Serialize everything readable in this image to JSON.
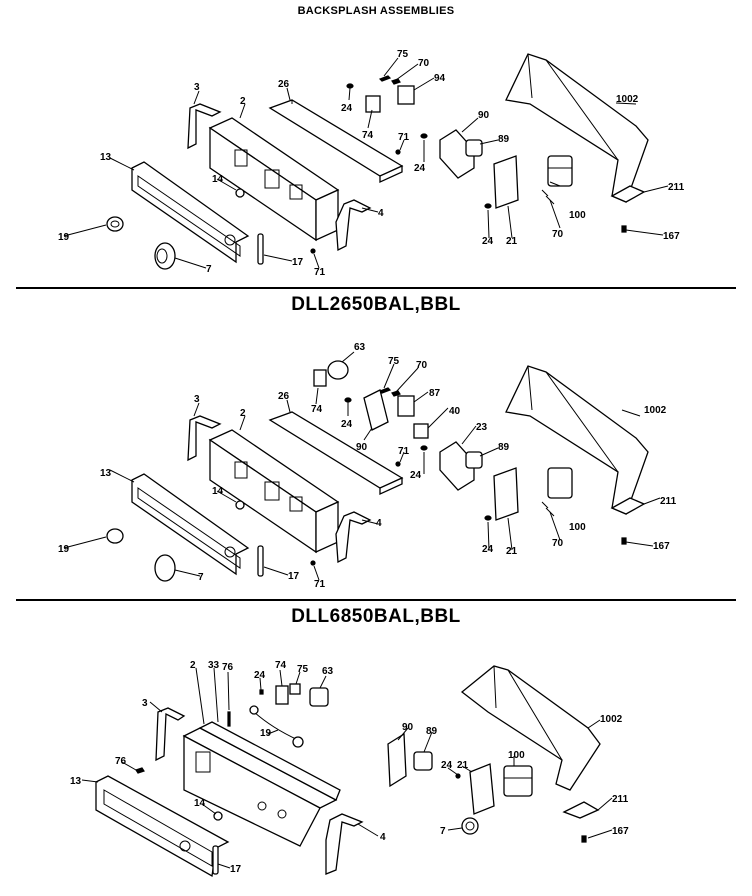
{
  "header": {
    "title": "BACKSPLASH ASSEMBLIES"
  },
  "sections": [
    {
      "model": "DLL2650BAL,BBL",
      "labels": {
        "p75": "75",
        "p70": "70",
        "p94": "94",
        "p3": "3",
        "p2": "2",
        "p26": "26",
        "p24a": "24",
        "p74": "74",
        "p71a": "71",
        "p90": "90",
        "p24b": "24",
        "p89": "89",
        "p1002": "1002",
        "p13": "13",
        "p14": "14",
        "p4": "4",
        "p211": "211",
        "p100": "100",
        "p70b": "70",
        "p24c": "24",
        "p21": "21",
        "p167": "167",
        "p19": "19",
        "p7": "7",
        "p17": "17",
        "p71b": "71"
      }
    },
    {
      "model": "DLL6850BAL,BBL",
      "labels": {
        "p63": "63",
        "p75": "75",
        "p70": "70",
        "p87": "87",
        "p3": "3",
        "p2": "2",
        "p26": "26",
        "p74": "74",
        "p24a": "24",
        "p90": "90",
        "p40": "40",
        "p71a": "71",
        "p24b": "24",
        "p23": "23",
        "p89": "89",
        "p1002": "1002",
        "p13": "13",
        "p14": "14",
        "p4": "4",
        "p211": "211",
        "p100": "100",
        "p19": "19",
        "p24c": "24",
        "p21": "21",
        "p70b": "70",
        "p167": "167",
        "p7": "7",
        "p17": "17",
        "p71b": "71"
      }
    },
    {
      "labels": {
        "p2": "2",
        "p33": "33",
        "p76a": "76",
        "p24a": "24",
        "p74": "74",
        "p75": "75",
        "p63": "63",
        "p1002": "1002",
        "p3": "3",
        "p19": "19",
        "p90": "90",
        "p89": "89",
        "p76b": "76",
        "p13": "13",
        "p14": "14",
        "p24b": "24",
        "p21": "21",
        "p100": "100",
        "p211": "211",
        "p4": "4",
        "p7": "7",
        "p167": "167",
        "p17": "17"
      }
    }
  ]
}
